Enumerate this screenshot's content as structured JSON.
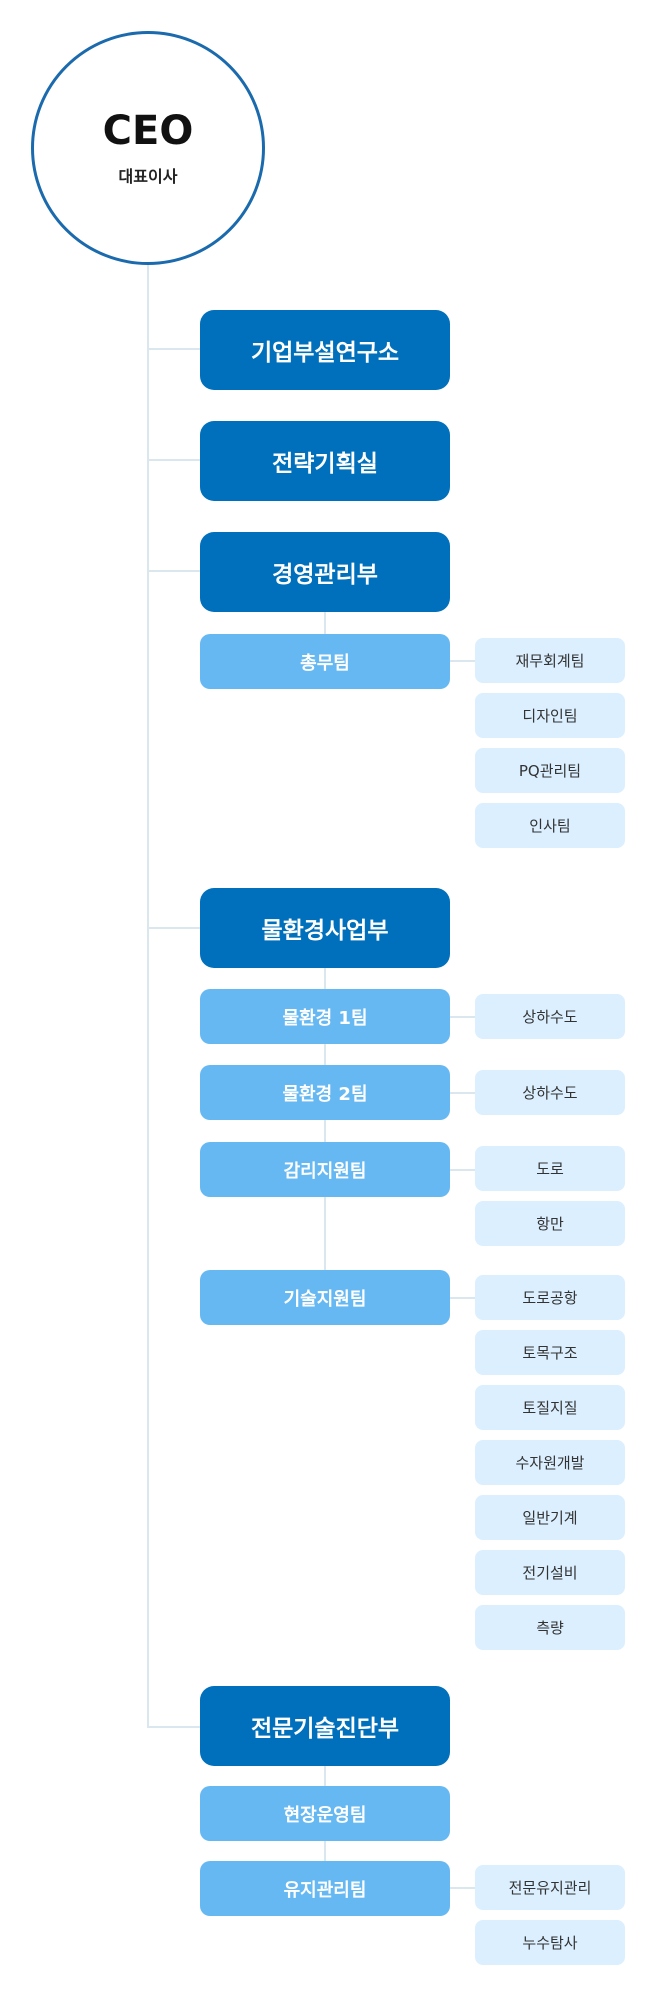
{
  "ceo": {
    "title": "CEO",
    "subtitle": "대표이사"
  },
  "departments": [
    {
      "label": "기업부설연구소",
      "teams": []
    },
    {
      "label": "전략기획실",
      "teams": []
    },
    {
      "label": "경영관리부",
      "teams": [
        {
          "label": "총무팀",
          "subs": [
            "재무회계팀",
            "디자인팀",
            "PQ관리팀",
            "인사팀"
          ]
        }
      ]
    },
    {
      "label": "물환경사업부",
      "teams": [
        {
          "label": "물환경 1팀",
          "subs": [
            "상하수도"
          ]
        },
        {
          "label": "물환경 2팀",
          "subs": [
            "상하수도"
          ]
        },
        {
          "label": "감리지원팀",
          "subs": [
            "도로",
            "항만"
          ]
        },
        {
          "label": "기술지원팀",
          "subs": [
            "도로공항",
            "토목구조",
            "토질지질",
            "수자원개발",
            "일반기계",
            "전기설비",
            "측량"
          ]
        }
      ]
    },
    {
      "label": "전문기술진단부",
      "teams": [
        {
          "label": "현장운영팀",
          "subs": []
        },
        {
          "label": "유지관리팀",
          "subs": [
            "전문유지관리",
            "누수탐사"
          ]
        }
      ]
    }
  ]
}
